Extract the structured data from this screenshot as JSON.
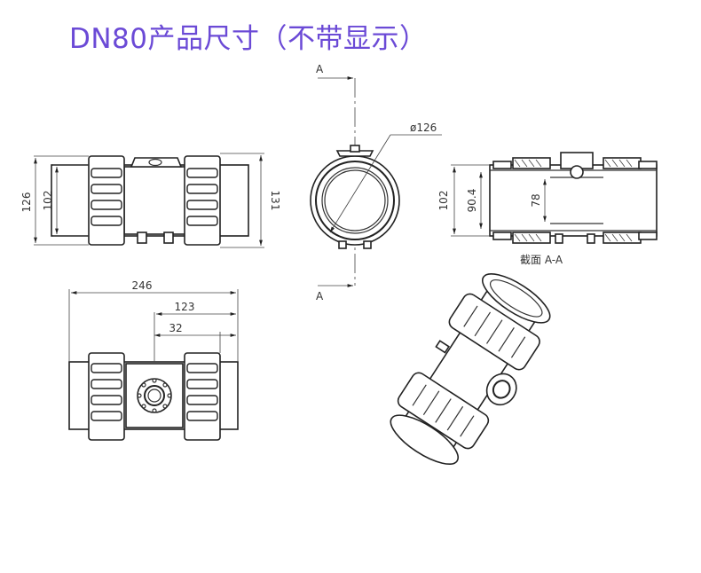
{
  "title": "DN80产品尺寸（不带显示）",
  "colors": {
    "title": "#6b4ad6",
    "line": "#222222"
  },
  "section": {
    "marker": "A",
    "label": "截面 A-A"
  },
  "dimensions": {
    "overall_length": "246",
    "half_length": "123",
    "sensor_offset": "32",
    "flange_diameter": "126",
    "bore_outer": "102",
    "overall_height": "131",
    "front_diameter": "ø126",
    "section_bore": "102",
    "section_inner": "90.4",
    "section_min": "78"
  },
  "views": [
    "side-view",
    "front-view",
    "section-view",
    "top-view",
    "isometric-view"
  ]
}
